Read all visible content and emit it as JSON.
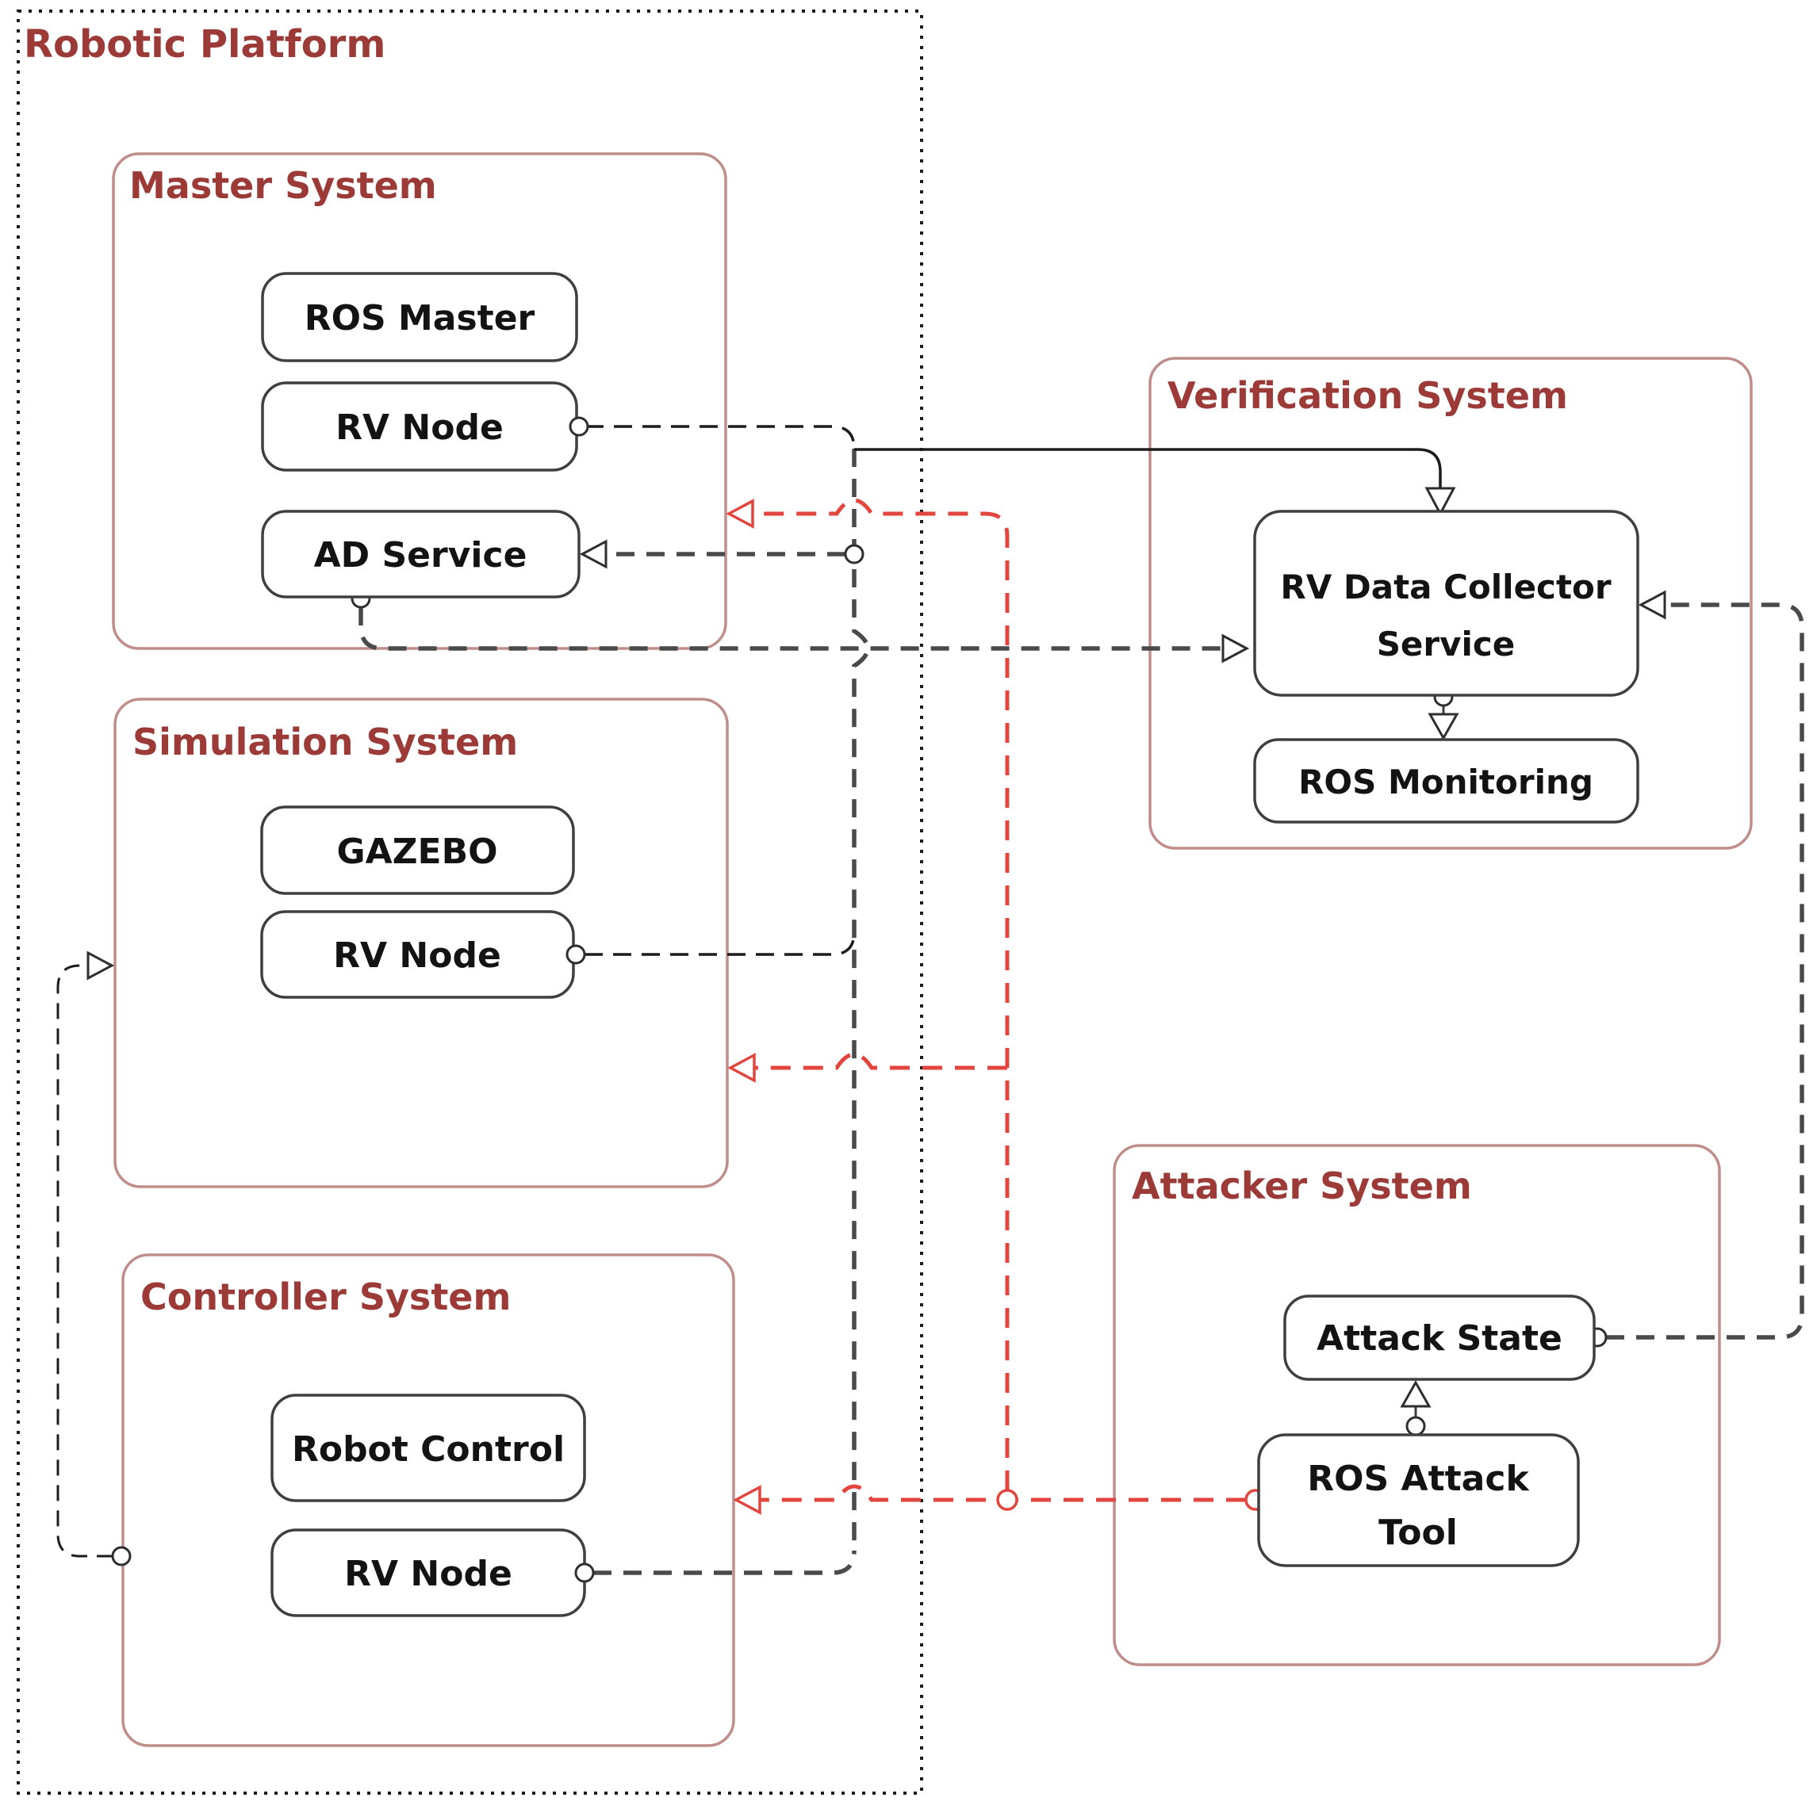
{
  "colors": {
    "container_border": "#C08E8A",
    "heading_text": "#9C3A37",
    "node_border": "#3F3F3F",
    "node_text": "#131313",
    "line_black": "#1C1C1C",
    "line_gray": "#4A4A4A",
    "line_red": "#E2453E",
    "background": "#FFFFFF"
  },
  "containers": {
    "robotic_platform": {
      "label": "Robotic Platform"
    },
    "master_system": {
      "label": "Master System"
    },
    "simulation_system": {
      "label": "Simulation System"
    },
    "controller_system": {
      "label": "Controller System"
    },
    "verification_system": {
      "label": "Verification System"
    },
    "attacker_system": {
      "label": "Attacker System"
    }
  },
  "nodes": {
    "ros_master": {
      "label": "ROS Master"
    },
    "rv_node_master": {
      "label": "RV Node"
    },
    "ad_service": {
      "label": "AD Service"
    },
    "gazebo": {
      "label": "GAZEBO"
    },
    "rv_node_simulation": {
      "label": "RV Node"
    },
    "robot_control": {
      "label": "Robot Control"
    },
    "rv_node_controller": {
      "label": "RV Node"
    },
    "rv_data_collector": {
      "label_line1": "RV Data Collector",
      "label_line2": "Service"
    },
    "ros_monitoring": {
      "label": "ROS Monitoring"
    },
    "attack_state": {
      "label": "Attack State"
    },
    "ros_attack_tool": {
      "label_line1": "ROS Attack",
      "label_line2": "Tool"
    }
  },
  "edges": [
    {
      "from": "rv_node_master",
      "to": "rv_data_collector",
      "style": "dashed-then-solid-black",
      "marker": "open-triangle-down-into-top"
    },
    {
      "from": "shared-bus",
      "to": "ad_service",
      "style": "dashed-gray",
      "marker": "open-triangle-left",
      "junction": "circle-on-bus"
    },
    {
      "from": "ad_service-bottom",
      "to": "rv_data_collector-left",
      "style": "dashed-gray",
      "marker": "open-triangle-right"
    },
    {
      "from": "rv_node_simulation",
      "to": "shared-bus",
      "style": "dashed-black"
    },
    {
      "from": "rv_node_controller",
      "to": "shared-bus",
      "style": "dashed-gray"
    },
    {
      "from": "controller_system-left",
      "to": "simulation_system-left",
      "style": "dashed-black",
      "marker": "open-triangle-right"
    },
    {
      "from": "rv_data_collector-bottom",
      "to": "ros_monitoring-top",
      "style": "solid",
      "marker": "open-triangle-down",
      "junction": "circle"
    },
    {
      "from": "attack_state-right",
      "to": "rv_data_collector-right",
      "style": "dashed-gray",
      "marker": "open-triangle-left",
      "junction": "circle"
    },
    {
      "from": "ros_attack_tool-top",
      "to": "attack_state-bottom",
      "style": "solid",
      "marker": "open-triangle-up",
      "junction": "circle"
    },
    {
      "from": "ros_attack_tool-left",
      "to": "master_system-right-edge",
      "style": "dashed-red",
      "marker": "open-triangle-left"
    },
    {
      "from": "ros_attack_tool-left",
      "to": "simulation_system-right-edge",
      "style": "dashed-red",
      "marker": "open-triangle-left"
    },
    {
      "from": "ros_attack_tool-left",
      "to": "controller_system-right-edge",
      "style": "dashed-red",
      "marker": "open-triangle-left",
      "junction": "red-circle"
    }
  ]
}
